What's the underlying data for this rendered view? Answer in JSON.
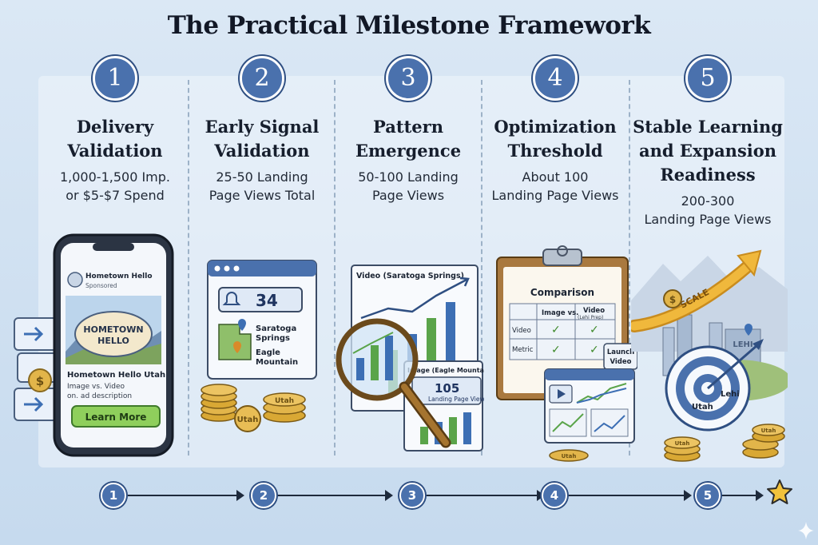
{
  "title": "The Practical Milestone Framework",
  "steps": [
    {
      "number": "1",
      "heading_line1": "Delivery",
      "heading_line2": "Validation",
      "heading_line3": "",
      "detail_line1": "1,000-1,500 Imp.",
      "detail_line2": "or $5-$7 Spend"
    },
    {
      "number": "2",
      "heading_line1": "Early Signal",
      "heading_line2": "Validation",
      "heading_line3": "",
      "detail_line1": "25-50 Landing",
      "detail_line2": "Page Views Total"
    },
    {
      "number": "3",
      "heading_line1": "Pattern",
      "heading_line2": "Emergence",
      "heading_line3": "",
      "detail_line1": "50-100 Landing",
      "detail_line2": "Page Views"
    },
    {
      "number": "4",
      "heading_line1": "Optimization",
      "heading_line2": "Threshold",
      "heading_line3": "",
      "detail_line1": "About 100",
      "detail_line2": "Landing Page Views"
    },
    {
      "number": "5",
      "heading_line1": "Stable Learning",
      "heading_line2": "and Expansion",
      "heading_line3": "Readiness",
      "detail_line1": "200-300",
      "detail_line2": "Landing Page Views"
    }
  ],
  "illustrations": {
    "phone_ad": {
      "page_name": "Hometown Hello",
      "sponsored": "Sponsored",
      "logo_line1": "HOMETOWN",
      "logo_line2": "HELLO",
      "ad_title": "Hometown Hello Utah",
      "ad_desc_line1": "Image vs. Video",
      "ad_desc_line2": "on. ad description",
      "cta": "Learn More",
      "coin_label": "$"
    },
    "browser": {
      "count": "34",
      "location_1_line1": "Saratoga",
      "location_1_line2": "Springs",
      "location_2_line1": "Eagle",
      "location_2_line2": "Mountain",
      "coin_label_1": "Utah",
      "coin_label_2": "Utah"
    },
    "analysis": {
      "chart_1_title": "Video (Saratoga Springs)",
      "chart_2_title": "Image (Eagle Mountain)",
      "metric_value": "105",
      "metric_label": "Landing Page Views"
    },
    "clipboard": {
      "title": "Comparison",
      "col_1": "Image vs.",
      "col_2": "Video",
      "col_2_sub": "(Lehi Prep)",
      "row_1": "Video",
      "row_2": "Metric",
      "check": "✓",
      "launch_line1": "Launch",
      "launch_line2": "Video",
      "coin_label": "Utah"
    },
    "scale": {
      "arrow_label": "SCALE",
      "coin_label": "$",
      "target_label_1": "Utah",
      "target_label_2": "Lehi",
      "building_label": "LEHI",
      "coin_label_2": "Utah",
      "coin_label_3": "Utah"
    }
  },
  "timeline": [
    "1",
    "2",
    "3",
    "4",
    "5"
  ],
  "colors": {
    "accent": "#4a71ad",
    "growth_green": "#5aa44a",
    "arrow_gold": "#e3a52a",
    "coin": "#d9a834"
  }
}
